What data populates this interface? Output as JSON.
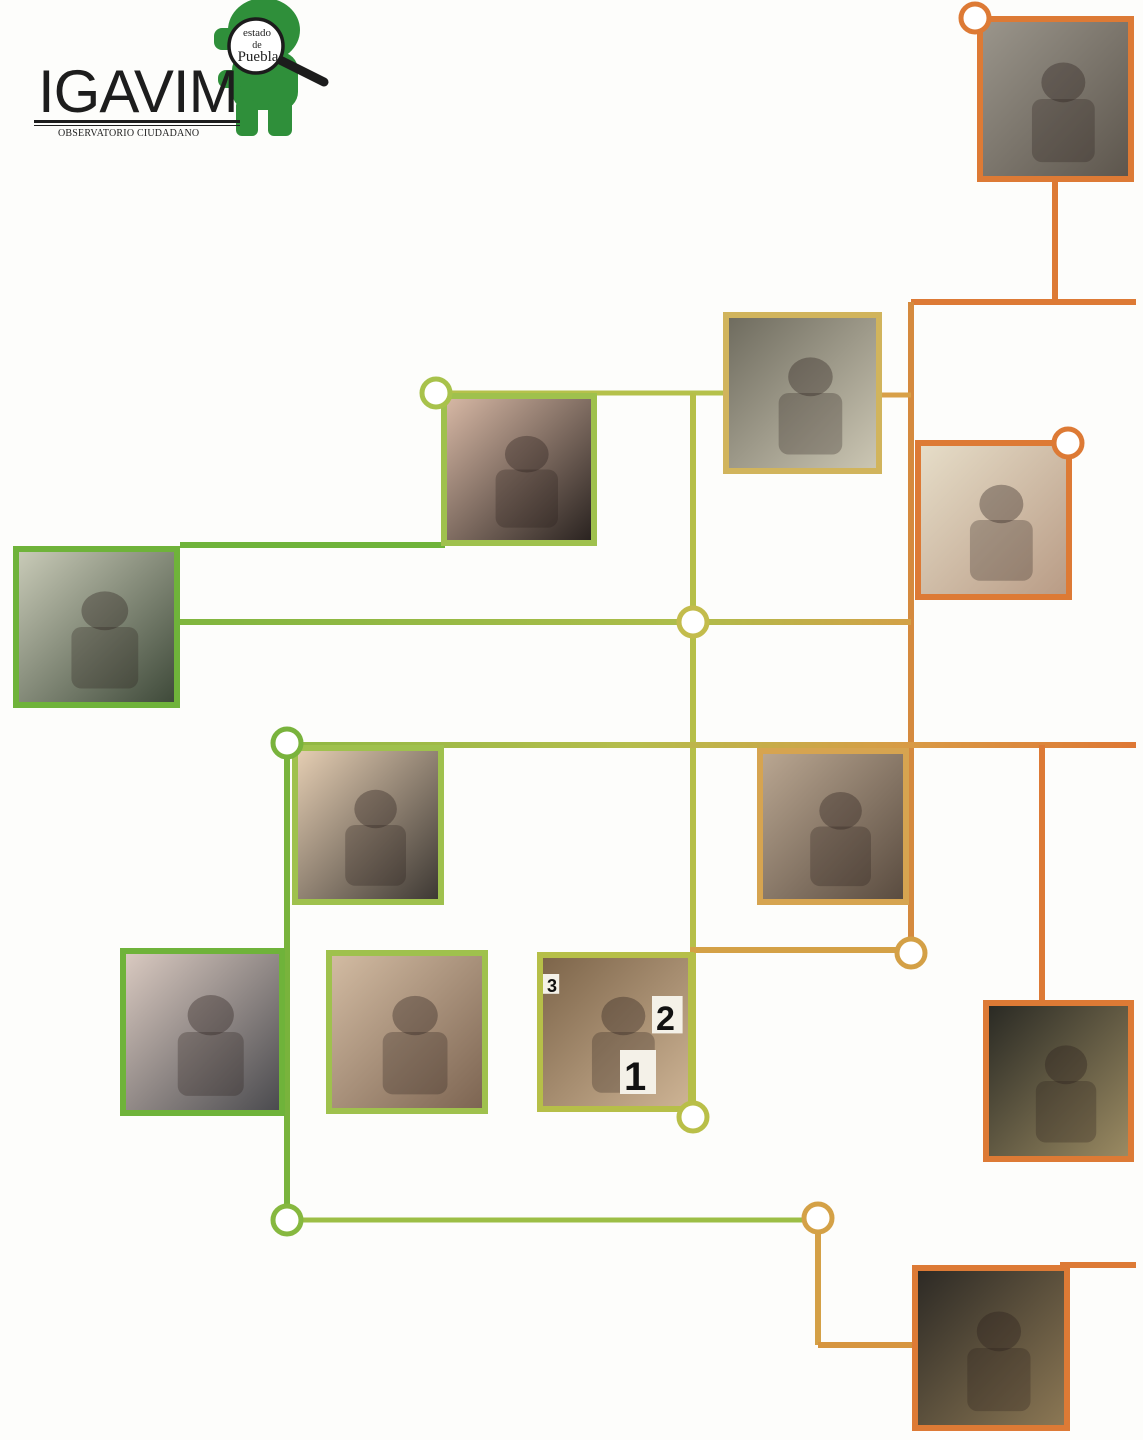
{
  "logo": {
    "name": "IGAVIM",
    "subtitle": "OBSERVATORIO CIUDADANO",
    "seal_line1": "estado",
    "seal_line2": "de",
    "seal_line3": "Puebla",
    "mascot_icon": "magnifying-glass-mascot-icon",
    "brand_color": "#2f8f3a"
  },
  "colors": {
    "green": "#6fb33a",
    "lime": "#a9bf4a",
    "gold": "#d1a347",
    "orange": "#dd7a35"
  },
  "photos": [
    {
      "name": "photo-door-intruder",
      "icon": "door-intruder-photo",
      "marks": []
    },
    {
      "name": "photo-money-exchange",
      "icon": "money-exchange-photo",
      "marks": []
    },
    {
      "name": "photo-hands-over-face",
      "icon": "hands-over-face-photo",
      "marks": []
    },
    {
      "name": "photo-frightened-woman",
      "icon": "frightened-woman-photo",
      "marks": []
    },
    {
      "name": "photo-car-thief",
      "icon": "car-thief-photo",
      "marks": []
    },
    {
      "name": "photo-purse-snatching",
      "icon": "purse-snatching-photo",
      "marks": []
    },
    {
      "name": "photo-bound-hands",
      "icon": "bound-hands-photo",
      "marks": []
    },
    {
      "name": "photo-masked-robber",
      "icon": "masked-robber-photo",
      "marks": []
    },
    {
      "name": "photo-armed-robbery",
      "icon": "armed-robbery-photo",
      "marks": []
    },
    {
      "name": "photo-crime-scene-evidence",
      "icon": "crime-scene-evidence-photo",
      "marks": [
        "3",
        "2",
        "1"
      ]
    },
    {
      "name": "photo-person-behind-blinds",
      "icon": "person-behind-blinds-photo",
      "marks": []
    },
    {
      "name": "photo-door-lock",
      "icon": "door-lock-photo",
      "marks": []
    }
  ]
}
